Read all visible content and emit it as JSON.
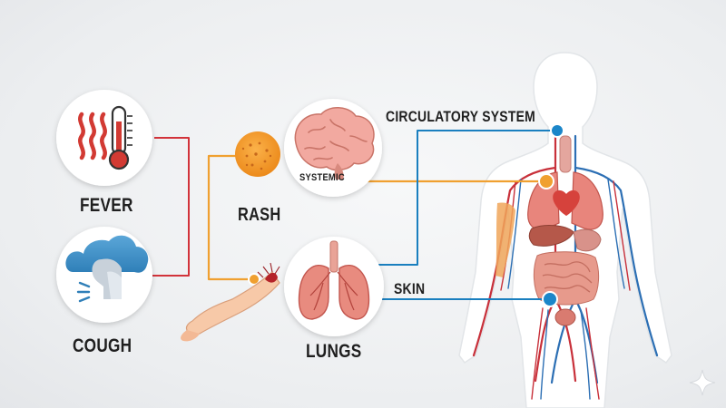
{
  "labels": {
    "fever": "FEVER",
    "cough": "COUGH",
    "rash": "RASH",
    "lungs": "LUNGS",
    "circulatory": "CIRCULATORY SYSTEM",
    "skin": "SKIN",
    "systemic": "SYSTEMIC"
  },
  "icons": {
    "fever": "thermometer-heat-icon",
    "cough": "cough-cloud-icon",
    "rash": "rash-spot-icon",
    "brain": "brain-icon",
    "lungs": "lungs-icon",
    "arm": "arm-icon",
    "body": "human-body-icon",
    "watermark": "sparkle-icon"
  },
  "colors": {
    "red_line": "#d2333a",
    "orange_line": "#f0a030",
    "blue_line": "#1a7fbf",
    "node_blue": "#1b86c9"
  }
}
